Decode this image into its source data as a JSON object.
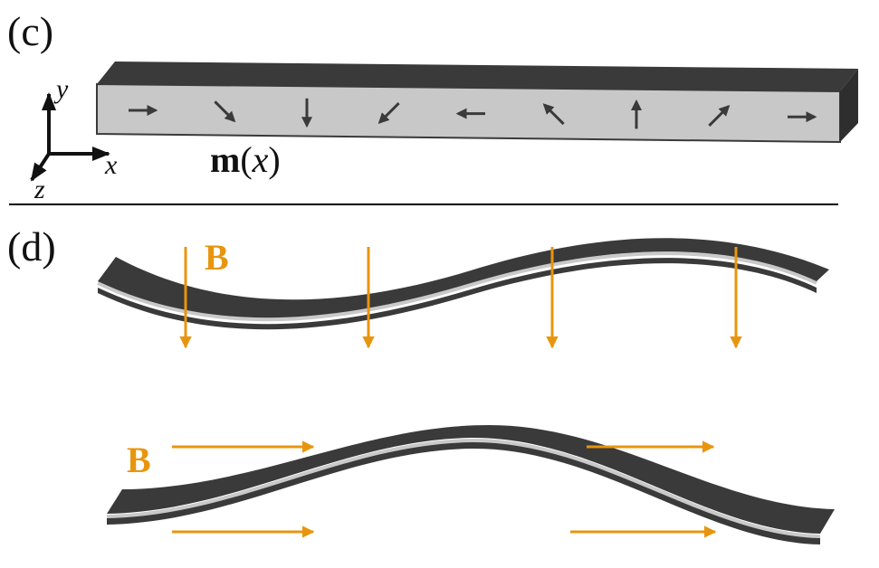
{
  "panel_c": {
    "label": "(c)",
    "axes": {
      "x": "x",
      "y": "y",
      "z": "z"
    },
    "magnetization_label_bold": "m",
    "magnetization_label_paren_open": "(",
    "magnetization_label_var": "x",
    "magnetization_label_paren_close": ")",
    "arrow_angles_deg": [
      0,
      -45,
      -90,
      -135,
      180,
      135,
      90,
      45,
      0
    ]
  },
  "panel_d": {
    "label": "(d)",
    "field_label_top": "B",
    "field_label_bottom": "B",
    "field_color": "#E8950E"
  },
  "colors": {
    "ribbon_dark": "#3a3a3a",
    "ribbon_light": "#c9c9c9",
    "arrow": "#3a3a3a",
    "rule": "#000000"
  }
}
